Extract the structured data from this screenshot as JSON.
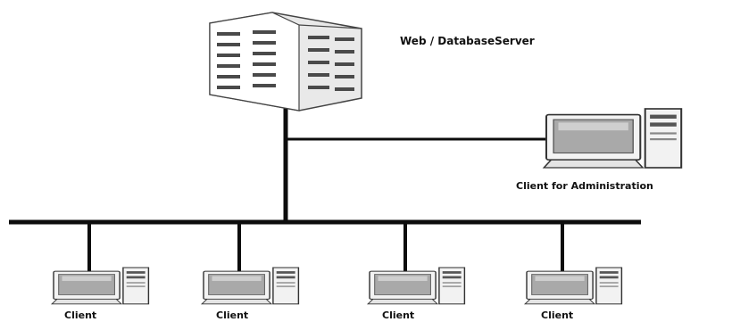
{
  "diagram": {
    "server": {
      "label": "Web / DatabaseServer",
      "icon": "server-tower-icon"
    },
    "admin_client": {
      "label": "Client for Administration",
      "icon": "desktop-computer-icon"
    },
    "clients": [
      {
        "label": "Client",
        "icon": "desktop-computer-icon"
      },
      {
        "label": "Client",
        "icon": "desktop-computer-icon"
      },
      {
        "label": "Client",
        "icon": "desktop-computer-icon"
      },
      {
        "label": "Client",
        "icon": "desktop-computer-icon"
      }
    ],
    "colors": {
      "cable": "#0d0d0d",
      "screen": "#a9a9a9",
      "case": "#f2f2f2",
      "outline": "#333333"
    }
  }
}
